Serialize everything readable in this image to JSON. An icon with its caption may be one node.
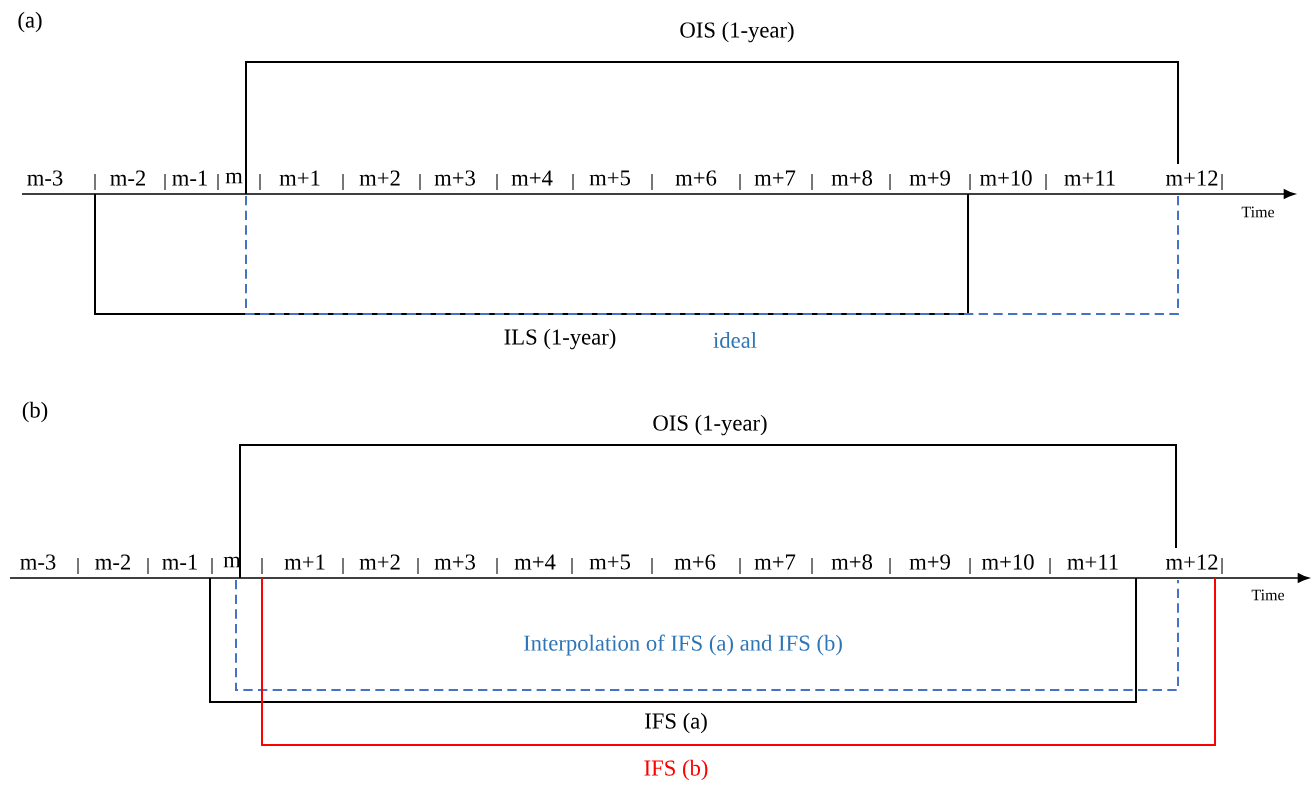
{
  "diagram": {
    "labels": [
      "(a)",
      "OIS (1-year)",
      "m-3",
      "m-2",
      "m-1",
      "m",
      "m+1",
      "m+2",
      "m+3",
      "m+4",
      "m+5",
      "m+6",
      "m+7",
      "m+8",
      "m+9",
      "m+10",
      "m+11",
      "m+12",
      "Time",
      "ILS (1-year)",
      "ideal",
      "(b)",
      "OIS (1-year)",
      "m-3",
      "m-2",
      "m-1",
      "m",
      "m+1",
      "m+2",
      "m+3",
      "m+4",
      "m+5",
      "m+6",
      "m+7",
      "m+8",
      "m+9",
      "m+10",
      "m+11",
      "m+12",
      "Time",
      "Interpolation of IFS (a) and IFS (b)",
      "IFS (a)",
      "IFS (b)"
    ]
  }
}
